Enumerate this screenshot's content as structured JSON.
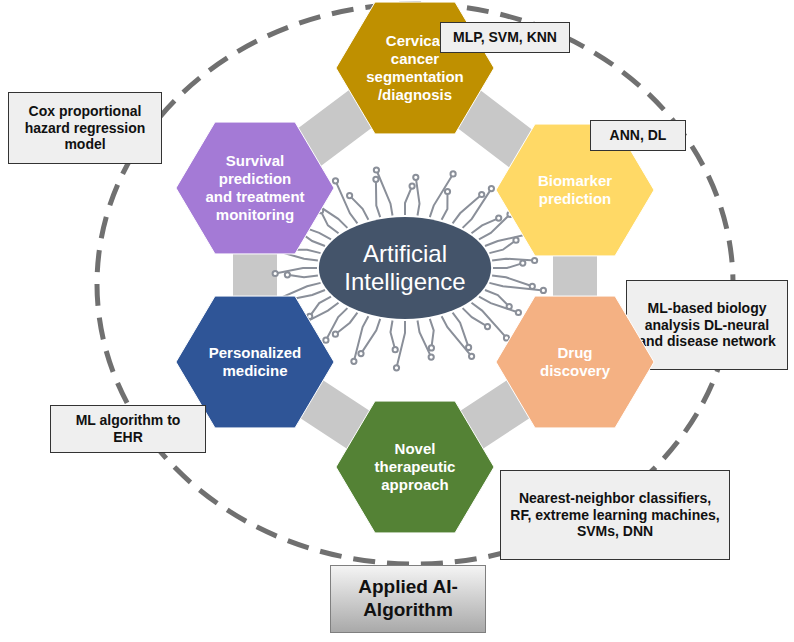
{
  "diagram": {
    "nodes": [
      {
        "text": [
          "Cervical cancer segmentation /diagnosis"
        ]
      },
      {
        "text": [
          "MLP, SVM, KNN"
        ]
      },
      {
        "text": [
          "Cox proportional hazard regression model"
        ]
      },
      {
        "text": [
          "Survival prediction and treatment monitoring"
        ]
      },
      {
        "text": [
          "Biomarker prediction"
        ]
      },
      {
        "text": [
          "ANN, DL"
        ]
      },
      {
        "text": [
          "Artificial Intelligence"
        ]
      },
      {
        "text": [
          "ML-based biology analysis DL-neural and disease network"
        ]
      },
      {
        "text": [
          "Drug discovery"
        ]
      },
      {
        "text": [
          "Personalized medicine"
        ]
      },
      {
        "text": [
          "ML algorithm to EHR"
        ]
      },
      {
        "text": [
          "Novel therapeutic approach"
        ]
      },
      {
        "text": [
          "Nearest-neighbor classifiers, RF, extreme learning machines, SVMs, DNN"
        ]
      },
      {
        "text": [
          "Applied AI-Algorithm"
        ]
      }
    ]
  }
}
